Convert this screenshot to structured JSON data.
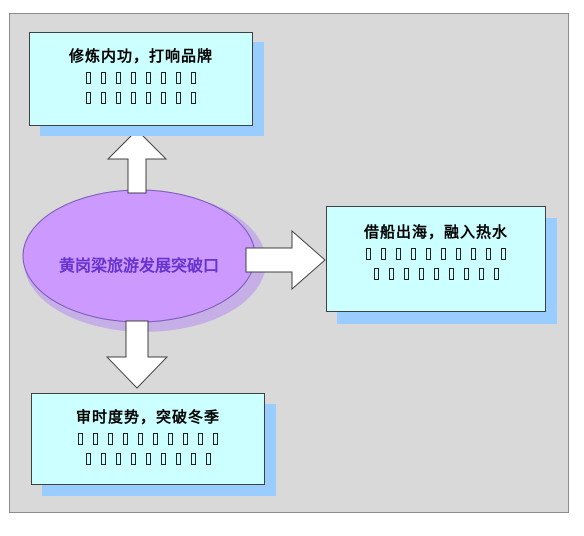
{
  "center": {
    "label": "黄岗梁旅游发展突破口"
  },
  "boxes": {
    "top": {
      "title": "修炼内功，打响品牌",
      "line1_chars": 8,
      "line2_chars": 8
    },
    "right": {
      "title": "借船出海，融入热水",
      "line1_chars": 10,
      "line2_chars": 9
    },
    "bottom": {
      "title": "审时度势，突破冬季",
      "line1_chars": 10,
      "line2_chars": 9
    }
  },
  "colors": {
    "frame_bg": "#d9d9d9",
    "box_fill": "#ccffff",
    "box_shadow": "#99ccff",
    "ellipse_fill": "#cc99ff",
    "ellipse_glow": "#b48cf0",
    "center_text": "#6633cc"
  }
}
